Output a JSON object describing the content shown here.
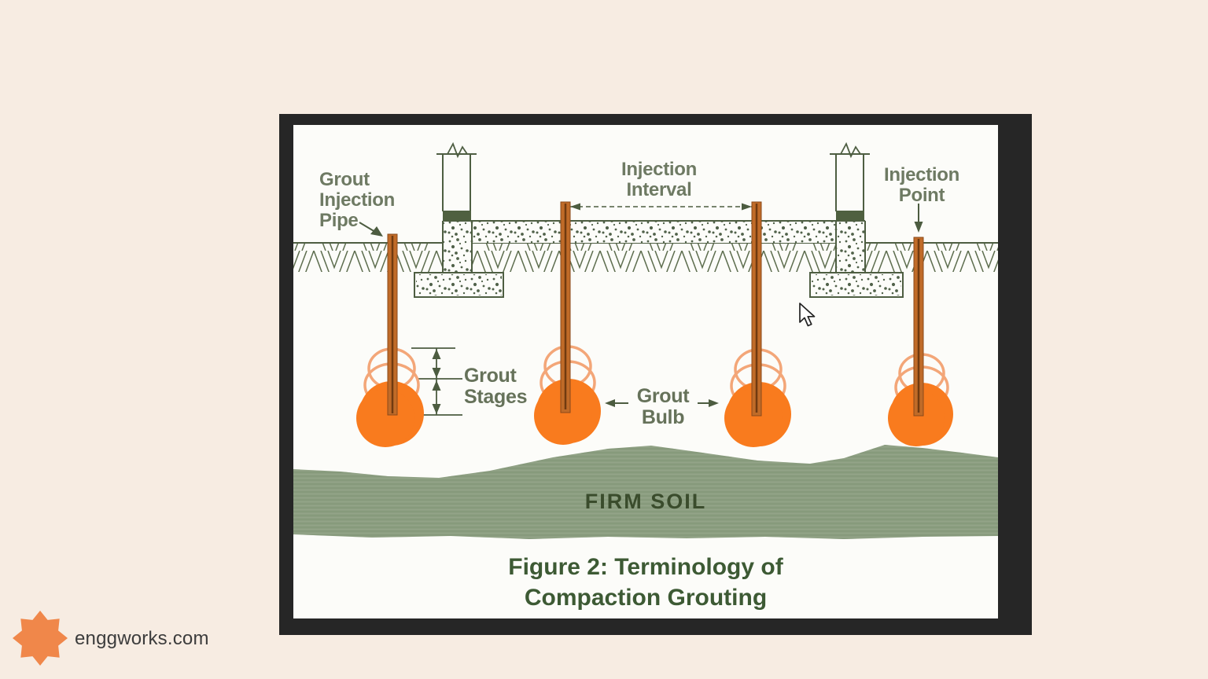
{
  "watermark": {
    "site_name": "enggworks.com",
    "logo_icon": "eight-point-star-icon",
    "logo_color": "#f0874a"
  },
  "diagram": {
    "labels": {
      "grout_injection_pipe": {
        "line1": "Grout",
        "line2": "Injection",
        "line3": "Pipe"
      },
      "injection_interval": {
        "line1": "Injection",
        "line2": "Interval"
      },
      "injection_point": {
        "line1": "Injection",
        "line2": "Point"
      },
      "grout_stages": {
        "line1": "Grout",
        "line2": "Stages"
      },
      "grout_bulb": {
        "line1": "Grout",
        "line2": "Bulb"
      },
      "firm_soil": "FIRM SOIL"
    },
    "caption": {
      "line1": "Figure 2: Terminology of",
      "line2": "Compaction Grouting"
    },
    "colors": {
      "page_background": "#f7ece2",
      "frame": "#262626",
      "paper": "#fcfcf9",
      "drawing_line": "#4e5e42",
      "label_text": "#6e7a63",
      "caption_text": "#3d5a34",
      "firm_soil_band": "#8d9f82",
      "grout_bulb": "#f97b1e",
      "grout_stage_arc": "#f3a678",
      "pipe": "#c06b28"
    },
    "cursor_icon": "arrow-cursor-icon"
  }
}
